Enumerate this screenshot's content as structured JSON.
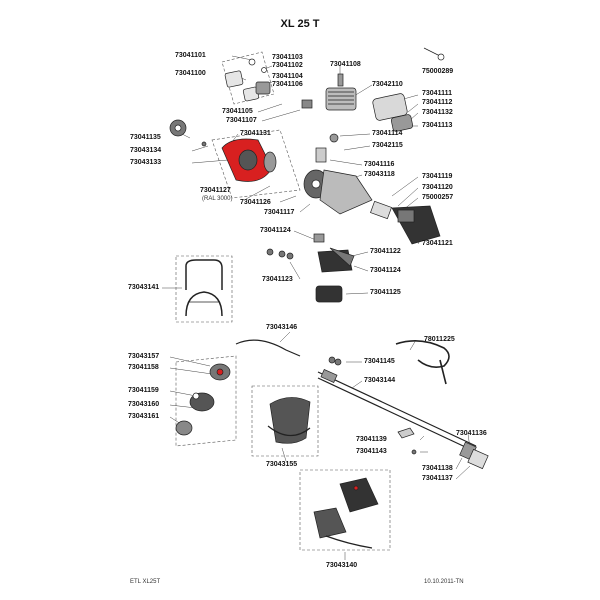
{
  "title": "XL 25 T",
  "footer_left": "ETL XL25T",
  "footer_right": "10.10.2011-TN",
  "ral_note": "(RAL 3000)",
  "accent_colors": {
    "red": "#d82020",
    "dark": "#222222",
    "leader": "#444444"
  },
  "labels": {
    "p73041101": "73041101",
    "p73041103": "73041103",
    "p73041102": "73041102",
    "p73041100": "73041100",
    "p73041104": "73041104",
    "p73041106": "73041106",
    "p73041105": "73041105",
    "p73041107": "73041107",
    "p73041108": "73041108",
    "p73042110": "73042110",
    "p75000289": "75000289",
    "p73041111": "73041111",
    "p73041112": "73041112",
    "p73041132": "73041132",
    "p73041113": "73041113",
    "p73041135": "73041135",
    "p73043134": "73043134",
    "p73043133": "73043133",
    "p73041131": "73041131",
    "p73041114": "73041114",
    "p73042115": "73042115",
    "p73041116": "73041116",
    "p73043118": "73043118",
    "p73041119": "73041119",
    "p73041120": "73041120",
    "p75000257": "75000257",
    "p73041127": "73041127",
    "p73041126": "73041126",
    "p73041117": "73041117",
    "p73041121": "73041121",
    "p73041124a": "73041124",
    "p73041122": "73041122",
    "p73041124b": "73041124",
    "p73041123": "73041123",
    "p73043141": "73043141",
    "p73041125": "73041125",
    "p73043146": "73043146",
    "p78011225": "78011225",
    "p73043157": "73043157",
    "p73041158": "73041158",
    "p73041145": "73041145",
    "p73043144": "73043144",
    "p73041159": "73041159",
    "p73043160": "73043160",
    "p73043161": "73043161",
    "p73041136": "73041136",
    "p73041139": "73041139",
    "p73041143": "73041143",
    "p73041138": "73041138",
    "p73041137": "73041137",
    "p73043155": "73043155",
    "p73043140": "73043140"
  }
}
